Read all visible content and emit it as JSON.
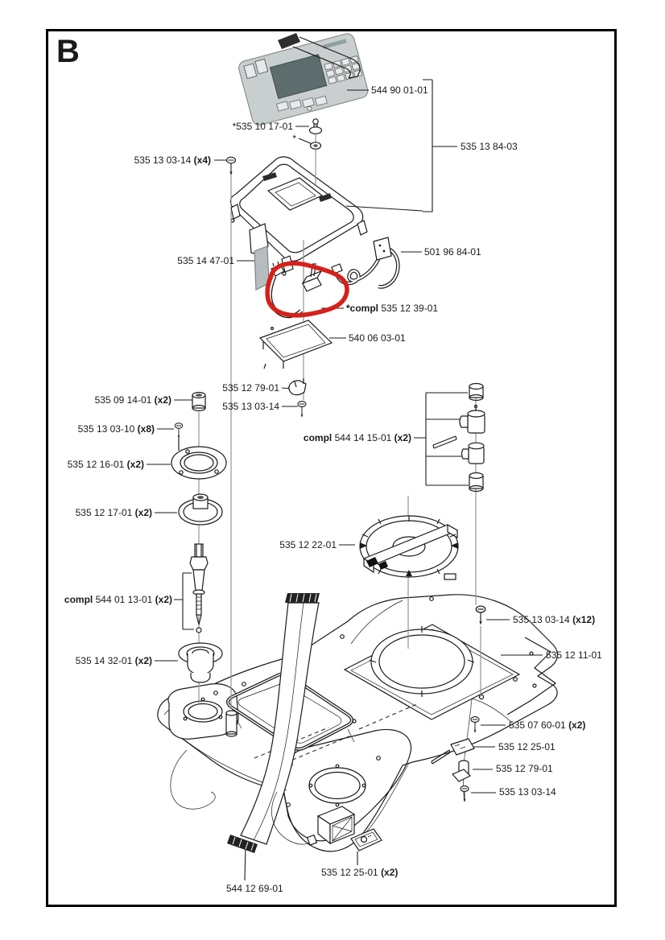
{
  "page": {
    "section_letter": "B"
  },
  "colors": {
    "highlight": "#d6201a",
    "panel_gray": "#c9cfcf",
    "screen": "#5d6d6e"
  },
  "labels": [
    {
      "text": "544 90 01-01"
    },
    {
      "text": "*535 10 17-01"
    },
    {
      "text": "*"
    },
    {
      "text": "535 13 03-14 ",
      "suf": "(x4)"
    },
    {
      "text": "535 13 84-03"
    },
    {
      "text": "535 14 47-01"
    },
    {
      "text": "501 96 84-01"
    },
    {
      "pre": "*compl ",
      "text": "535 12 39-01"
    },
    {
      "text": "540 06 03-01"
    },
    {
      "text": "535 12 79-01"
    },
    {
      "text": "535 13 03-14"
    },
    {
      "text": "535 09 14-01 ",
      "suf": "(x2)"
    },
    {
      "text": "535 13 03-10 ",
      "suf": "(x8)"
    },
    {
      "text": "535 12 16-01 ",
      "suf": "(x2)"
    },
    {
      "text": "535 12 17-01 ",
      "suf": "(x2)"
    },
    {
      "pre": "compl ",
      "text": "544 14 15-01 ",
      "suf": "(x2)"
    },
    {
      "text": "535 12 22-01"
    },
    {
      "pre": "compl ",
      "text": "544 01 13-01 ",
      "suf": "(x2)"
    },
    {
      "text": "535 14 32-01 ",
      "suf": "(x2)"
    },
    {
      "text": "535 13 03-14 ",
      "suf": "(x12)"
    },
    {
      "text": "535 12 11-01"
    },
    {
      "text": "535 07 60-01 ",
      "suf": "(x2)"
    },
    {
      "text": "535 12 25-01"
    },
    {
      "text": "535 12 79-01"
    },
    {
      "text": "535 13 03-14"
    },
    {
      "text": "535 12 25-01 ",
      "suf": "(x2)"
    },
    {
      "text": "544 12 69-01"
    }
  ]
}
